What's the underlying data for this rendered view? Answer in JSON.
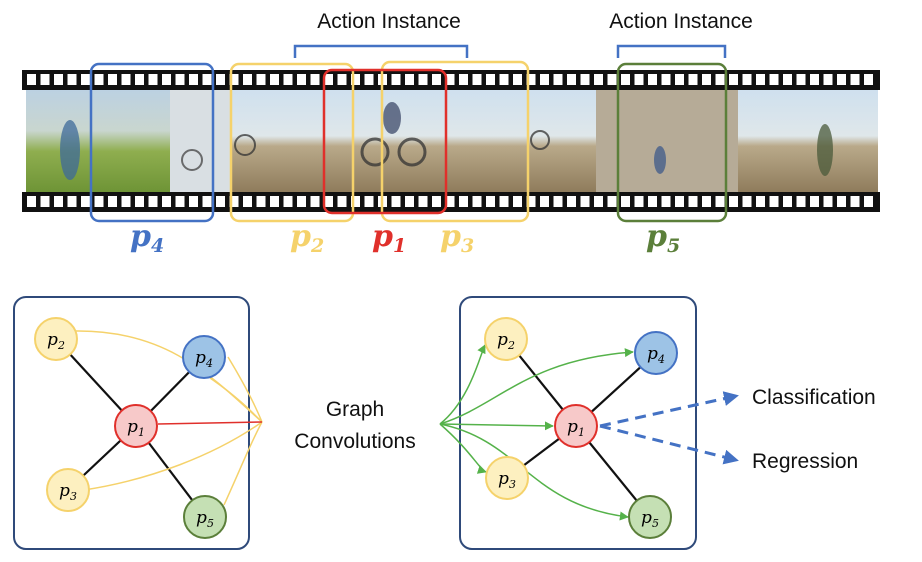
{
  "top": {
    "action_instance_1": "Action Instance",
    "action_instance_2": "Action Instance"
  },
  "proposals": [
    {
      "id": "p4",
      "base": "p",
      "sub": "4",
      "color": "#4472c4"
    },
    {
      "id": "p2",
      "base": "p",
      "sub": "2",
      "color": "#f5d26b"
    },
    {
      "id": "p1",
      "base": "p",
      "sub": "1",
      "color": "#e0302b"
    },
    {
      "id": "p3",
      "base": "p",
      "sub": "3",
      "color": "#f5d26b"
    },
    {
      "id": "p5",
      "base": "p",
      "sub": "5",
      "color": "#5b7f3a"
    }
  ],
  "graph_left": {
    "nodes": [
      {
        "id": "p1",
        "base": "p",
        "sub": "1"
      },
      {
        "id": "p2",
        "base": "p",
        "sub": "2"
      },
      {
        "id": "p3",
        "base": "p",
        "sub": "3"
      },
      {
        "id": "p4",
        "base": "p",
        "sub": "4"
      },
      {
        "id": "p5",
        "base": "p",
        "sub": "5"
      }
    ]
  },
  "graph_right": {
    "nodes": [
      {
        "id": "p1",
        "base": "p",
        "sub": "1"
      },
      {
        "id": "p2",
        "base": "p",
        "sub": "2"
      },
      {
        "id": "p3",
        "base": "p",
        "sub": "3"
      },
      {
        "id": "p4",
        "base": "p",
        "sub": "4"
      },
      {
        "id": "p5",
        "base": "p",
        "sub": "5"
      }
    ]
  },
  "middle": {
    "line1": "Graph",
    "line2": "Convolutions"
  },
  "outputs": {
    "classification": "Classification",
    "regression": "Regression"
  },
  "colors": {
    "frame_blue": "#2f4a7a",
    "node_red_fill": "#f7c9c9",
    "node_red_stroke": "#e0302b",
    "node_yellow_fill": "#fdf0c0",
    "node_yellow_stroke": "#f5d26b",
    "node_blue_fill": "#9dc3e6",
    "node_blue_stroke": "#4472c4",
    "node_green_fill": "#c5e0b4",
    "node_green_stroke": "#5b7f3a",
    "green_edge": "#55b24a",
    "yellow_edge": "#f5d26b",
    "dashed_arrow": "#4472c4"
  }
}
